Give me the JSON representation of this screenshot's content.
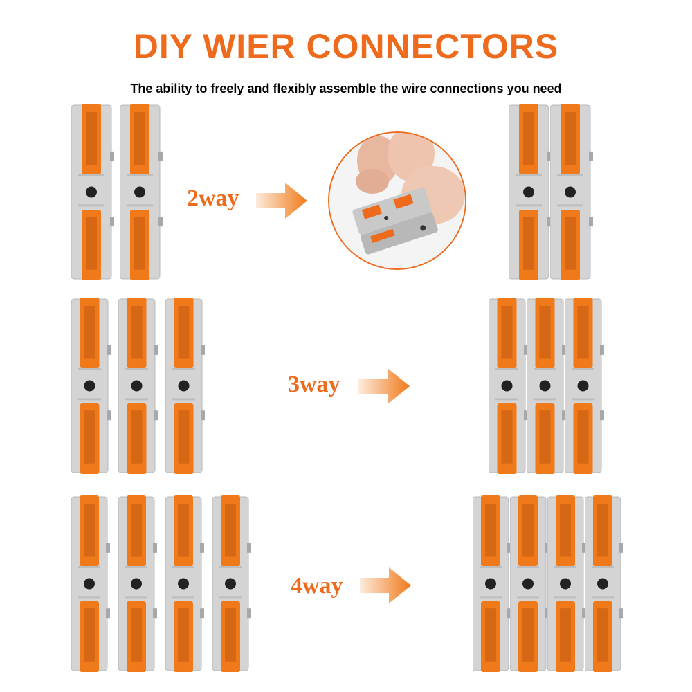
{
  "header": {
    "title": "DIY WIER CONNECTORS",
    "subtitle": "The ability to freely and flexibly assemble the wire connections you need"
  },
  "rows": [
    {
      "label": "2way",
      "connectors": 2
    },
    {
      "label": "3way",
      "connectors": 3
    },
    {
      "label": "4way",
      "connectors": 4
    }
  ],
  "icons": {
    "arrow": "right-arrow-icon",
    "photo": "hand-assembling-connector-photo"
  },
  "colors": {
    "accent": "#ee6a1c",
    "lever": "#f07a1a",
    "housing": "#d4d4d4",
    "text": "#000000"
  }
}
